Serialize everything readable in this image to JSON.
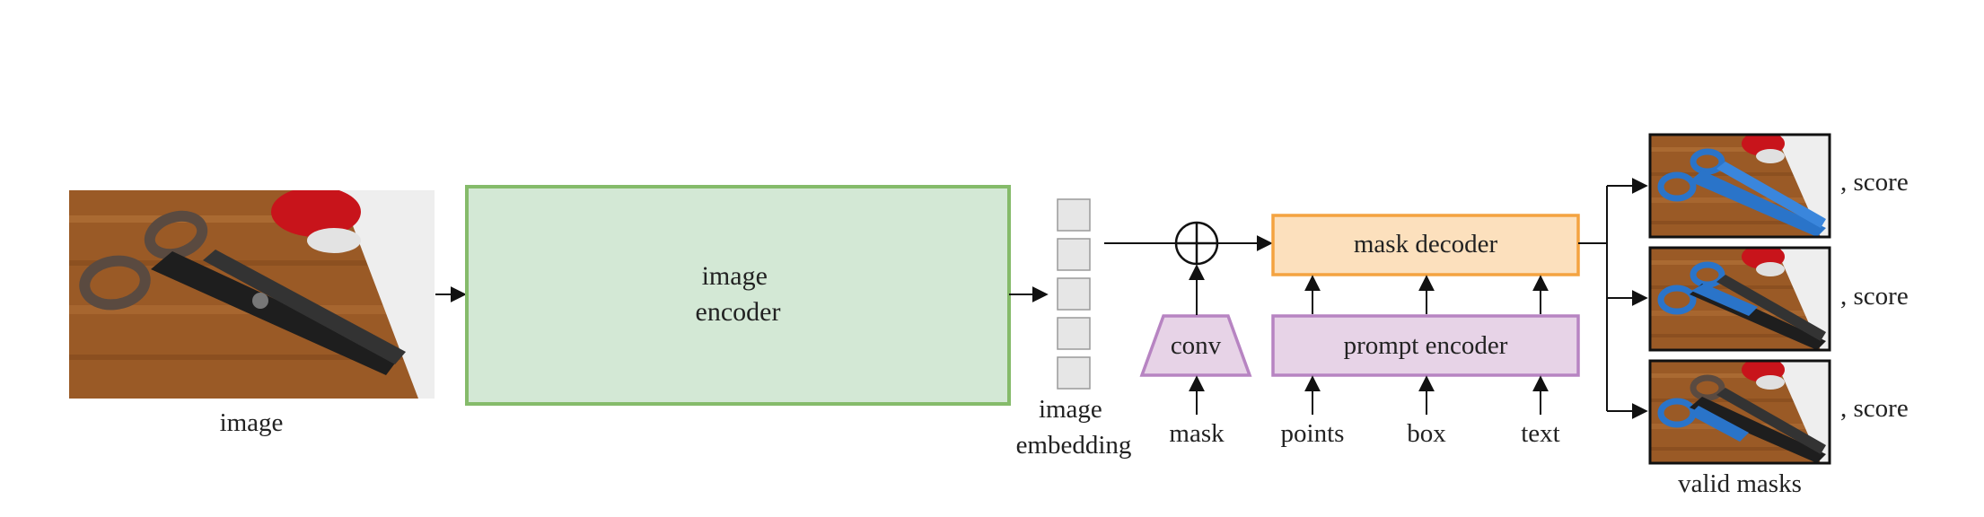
{
  "image_label": "image",
  "image_encoder": {
    "line1": "image",
    "line2": "encoder"
  },
  "image_embedding": {
    "line1": "image",
    "line2": "embedding"
  },
  "conv_label": "conv",
  "mask_label": "mask",
  "mask_decoder_label": "mask decoder",
  "prompt_encoder_label": "prompt encoder",
  "prompt_inputs": {
    "points": "points",
    "box": "box",
    "text": "text"
  },
  "outputs": {
    "score_1": ", score",
    "score_2": ", score",
    "score_3": ", score",
    "caption": "valid masks"
  },
  "colors": {
    "encoder_fill": "#d3e8d5",
    "encoder_stroke": "#85bb6a",
    "decoder_fill": "#fce0bd",
    "decoder_stroke": "#f4a340",
    "prompt_fill": "#e7d3e7",
    "prompt_stroke": "#b784c2",
    "embedding_fill": "#e6e6e6",
    "mask_highlight": "#2a74c9"
  }
}
